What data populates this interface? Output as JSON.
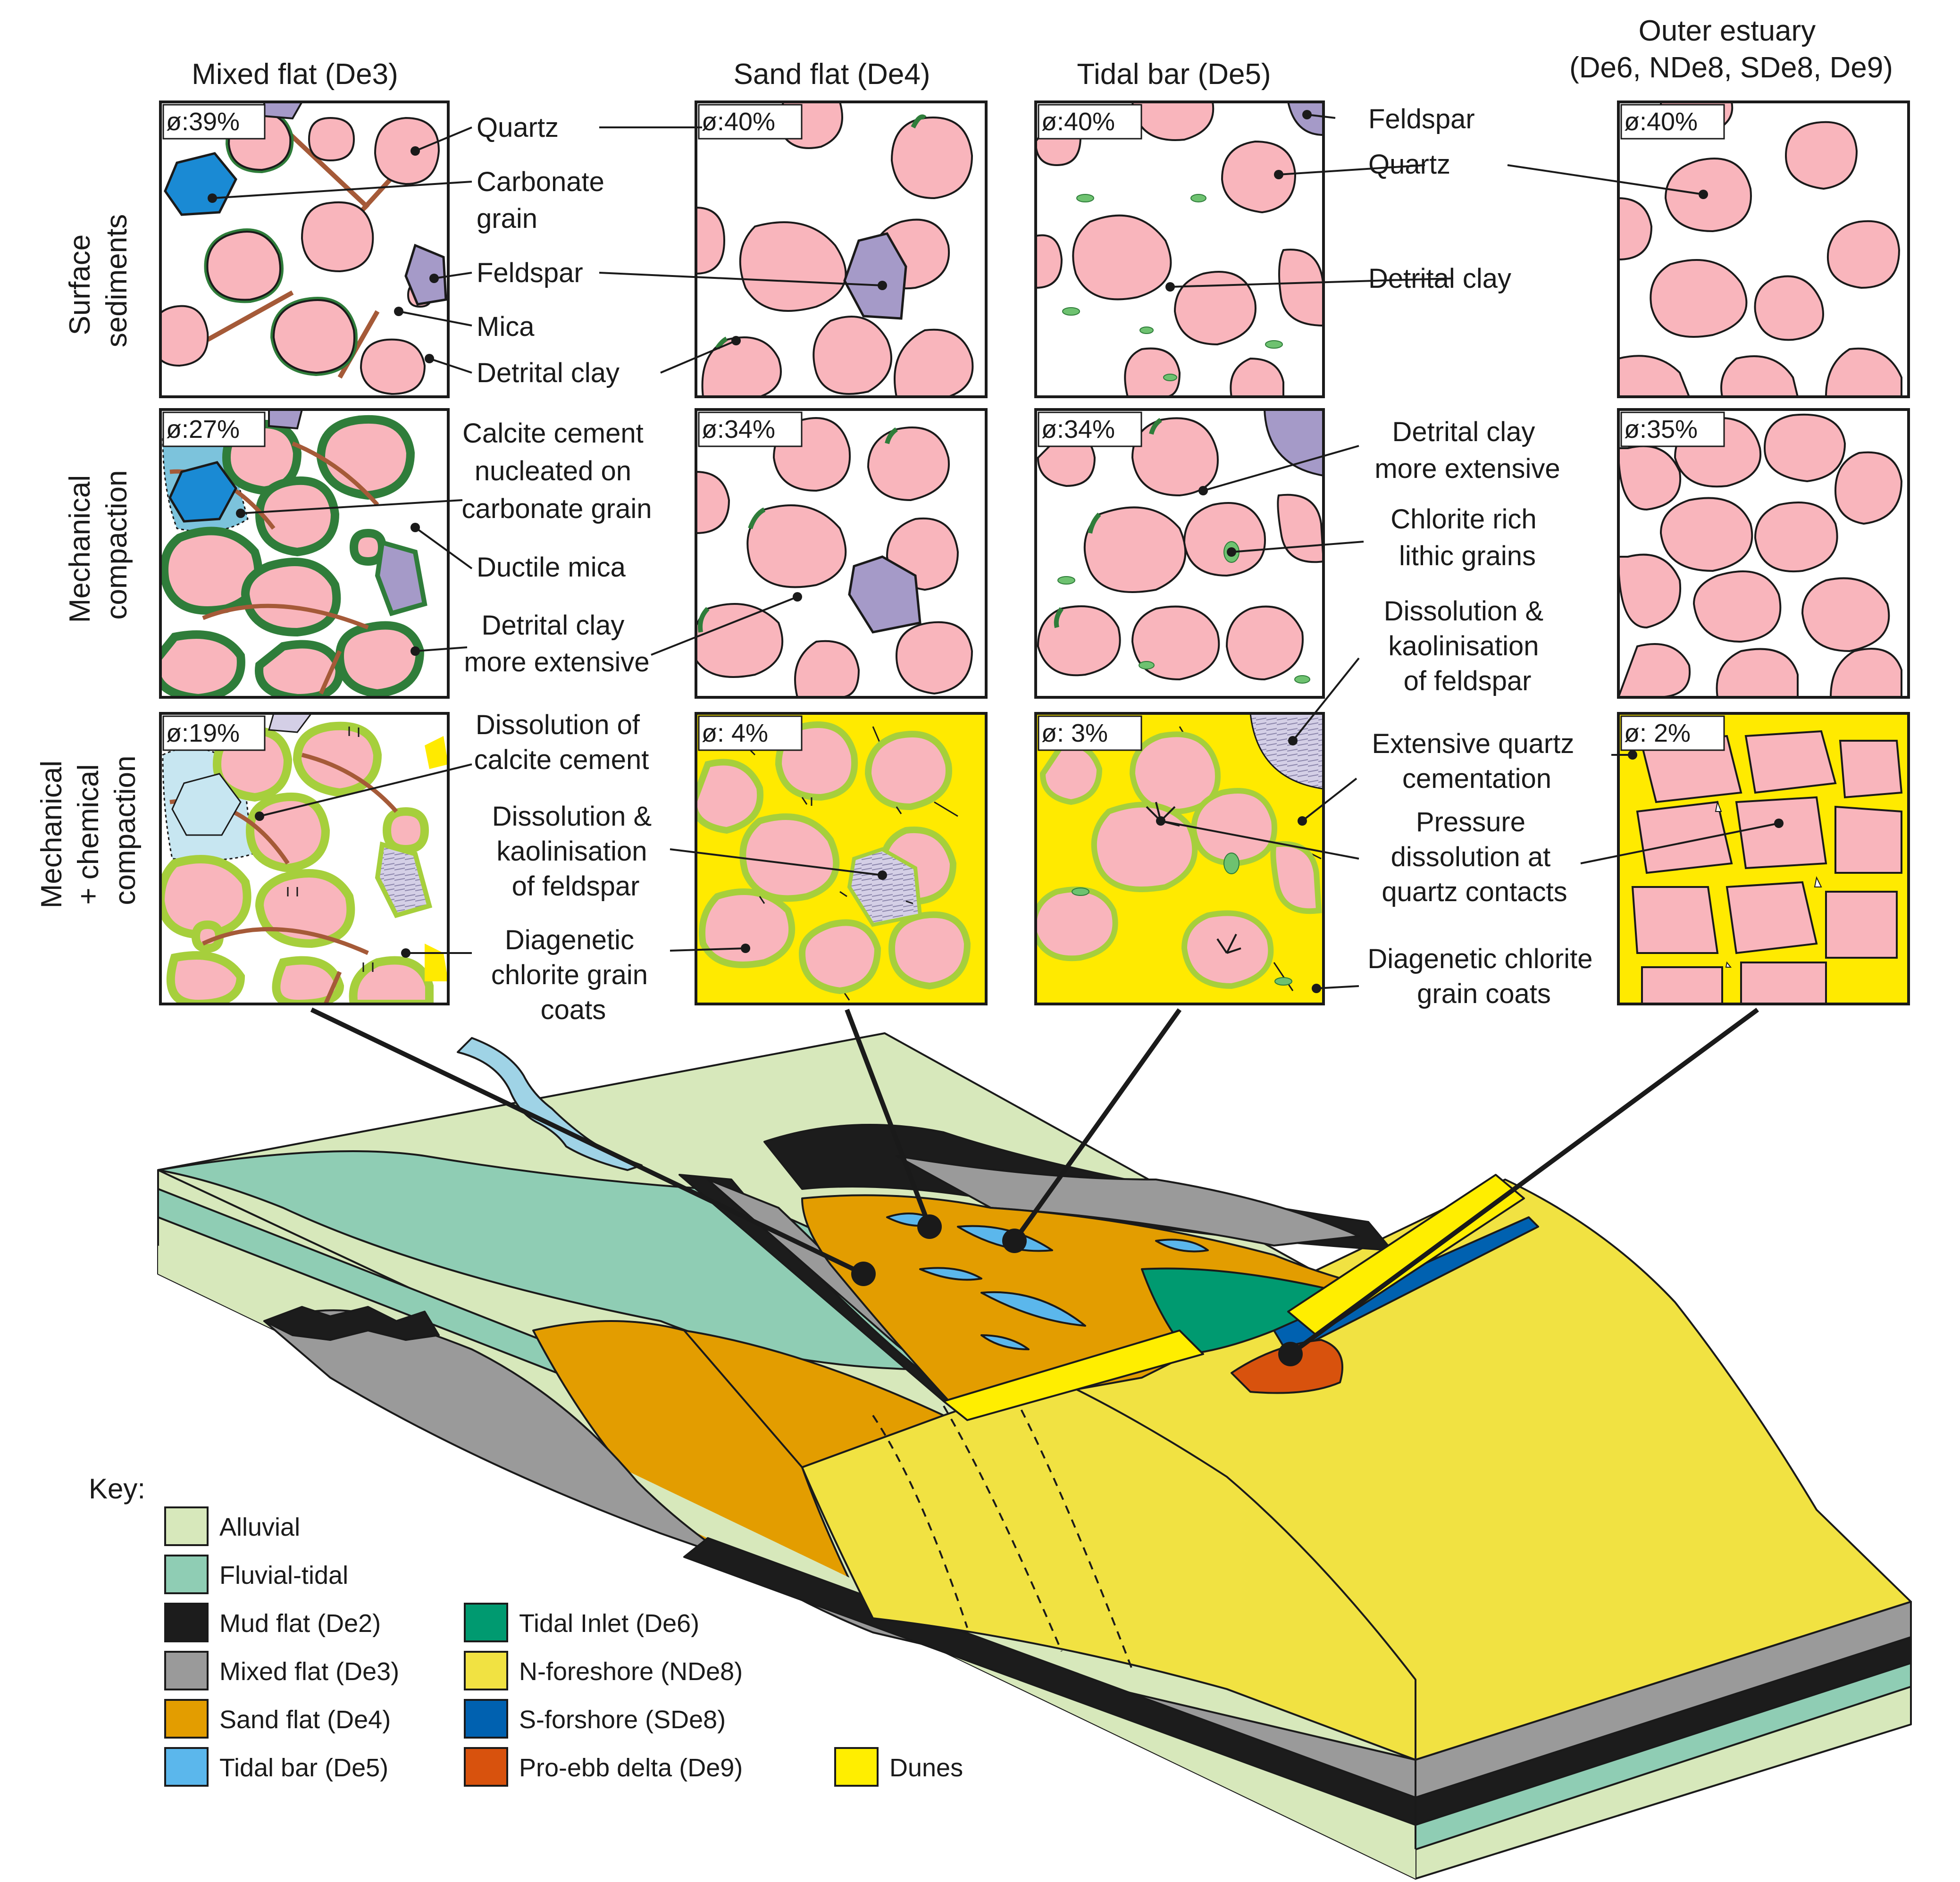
{
  "columns": [
    {
      "id": "mixed",
      "lines": [
        "Mixed flat (De3)"
      ]
    },
    {
      "id": "sand",
      "lines": [
        "Sand flat (De4)"
      ]
    },
    {
      "id": "tidal",
      "lines": [
        "Tidal bar (De5)"
      ]
    },
    {
      "id": "outer",
      "lines": [
        "Outer estuary",
        "(De6, NDe8, SDe8, De9)"
      ]
    }
  ],
  "rows": [
    {
      "id": "surface",
      "lines": [
        "Surface",
        "sediments"
      ]
    },
    {
      "id": "mech",
      "lines": [
        "Mechanical",
        "compaction"
      ]
    },
    {
      "id": "chem",
      "lines": [
        "Mechanical",
        "+ chemical",
        "compaction"
      ]
    }
  ],
  "porosity": {
    "surface": [
      "ø:39%",
      "ø:40%",
      "ø:40%",
      "ø:40%"
    ],
    "mech": [
      "ø:27%",
      "ø:34%",
      "ø:34%",
      "ø:35%"
    ],
    "chem": [
      "ø:19%",
      "ø: 4%",
      "ø: 3%",
      "ø: 2%"
    ]
  },
  "labels": {
    "quartz": "Quartz",
    "carbonate_grain": [
      "Carbonate",
      "grain"
    ],
    "feldspar": "Feldspar",
    "mica": "Mica",
    "detrital_clay": "Detrital clay",
    "tb_feldspar": "Feldspar",
    "tb_quartz": "Quartz",
    "tb_detrital_clay": "Detrital clay",
    "calcite_cement": [
      "Calcite cement",
      "nucleated on",
      "carbonate grain"
    ],
    "ductile_mica": "Ductile mica",
    "detrital_clay_ext": [
      "Detrital clay",
      "more extensive"
    ],
    "tb_detrital_clay_ext": [
      "Detrital clay",
      "more extensive"
    ],
    "chlorite_lithic": [
      "Chlorite rich",
      "lithic grains"
    ],
    "tb_dissolution_feldspar": [
      "Dissolution &",
      "kaolinisation",
      "of feldspar"
    ],
    "dissolution_calcite": [
      "Dissolution of",
      "calcite cement"
    ],
    "sf_dissolution_feldspar": [
      "Dissolution &",
      "kaolinisation",
      "of feldspar"
    ],
    "diagenetic_chlorite": [
      "Diagenetic",
      "chlorite grain",
      "coats"
    ],
    "quartz_cementation": [
      "Extensive quartz",
      "cementation"
    ],
    "pressure_dissolution": [
      "Pressure",
      "dissolution at",
      "quartz contacts"
    ],
    "tb_diagenetic_chlorite": [
      "Diagenetic chlorite",
      "grain coats"
    ]
  },
  "key": {
    "title": "Key:",
    "items": [
      {
        "label": "Alluvial",
        "color": "#d7e8bb"
      },
      {
        "label": "Fluvial-tidal",
        "color": "#8fcdb4"
      },
      {
        "label": "Mud flat (De2)",
        "color": "#1c1c1c"
      },
      {
        "label": "Mixed flat (De3)",
        "color": "#9a9a9a"
      },
      {
        "label": "Sand flat (De4)",
        "color": "#e39d00"
      },
      {
        "label": "Tidal bar (De5)",
        "color": "#5bb7ec"
      },
      {
        "label": "Tidal Inlet (De6)",
        "color": "#009a70"
      },
      {
        "label": "N-foreshore (NDe8)",
        "color": "#f1e242"
      },
      {
        "label": "S-forshore (SDe8)",
        "color": "#0061b0"
      },
      {
        "label": "Pro-ebb delta (De9)",
        "color": "#d8520d"
      },
      {
        "label": "Dunes",
        "color": "#ffee00"
      }
    ]
  },
  "colors": {
    "quartz": "#f9b5bc",
    "feldspar": "#a59ac8",
    "carbonate": "#1a8ad4",
    "calcite": "#7cc3dc",
    "clay": "#2f7d3a",
    "chlorite_coat": "#a6cf3c",
    "quartz_cement": "#ffea00",
    "mica": "#a55a38"
  }
}
